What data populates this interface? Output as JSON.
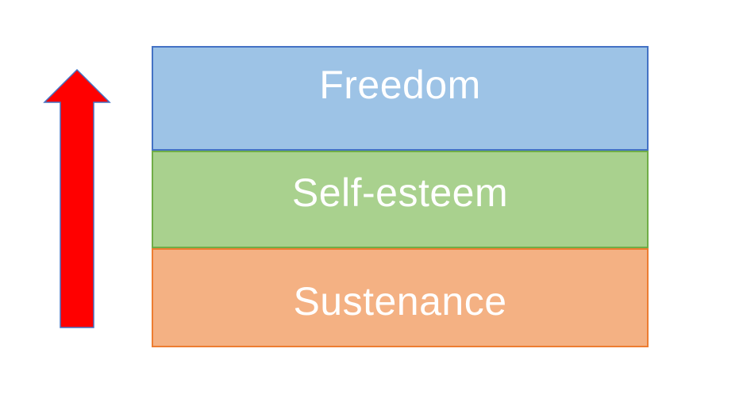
{
  "diagram": {
    "title": "needs-hierarchy-diagram",
    "label_color": "#FFFFFF",
    "levels": [
      {
        "label": "Freedom",
        "fill": "#9DC3E6",
        "border": "#4472C4"
      },
      {
        "label": "Self-esteem",
        "fill": "#A9D18E",
        "border": "#70AD47"
      },
      {
        "label": "Sustenance",
        "fill": "#F4B183",
        "border": "#ED7D31"
      }
    ],
    "arrow": {
      "direction": "up",
      "fill": "#FF0000",
      "border": "#4472C4"
    }
  }
}
